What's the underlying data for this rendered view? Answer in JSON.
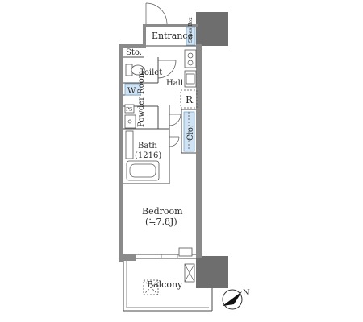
{
  "rooms": {
    "entrance": "Entrance",
    "shoes_box": "Shoes Box",
    "storage": "Sto.",
    "toilet": "Toilet",
    "hall": "Hall",
    "refrigerator": "R",
    "washer": "W",
    "powder_room": "Powder Room",
    "ps": "PS",
    "closet": "Clo.",
    "bath": "Bath",
    "bath_size": "(1216)",
    "bedroom": "Bedroom",
    "bedroom_size": "(≒7.8J)",
    "balcony": "Balcony"
  },
  "compass": {
    "label": "N"
  },
  "colors": {
    "wall": "#8a8a8a",
    "fixture_highlight": "#cfe3f4",
    "background": "#ffffff"
  }
}
